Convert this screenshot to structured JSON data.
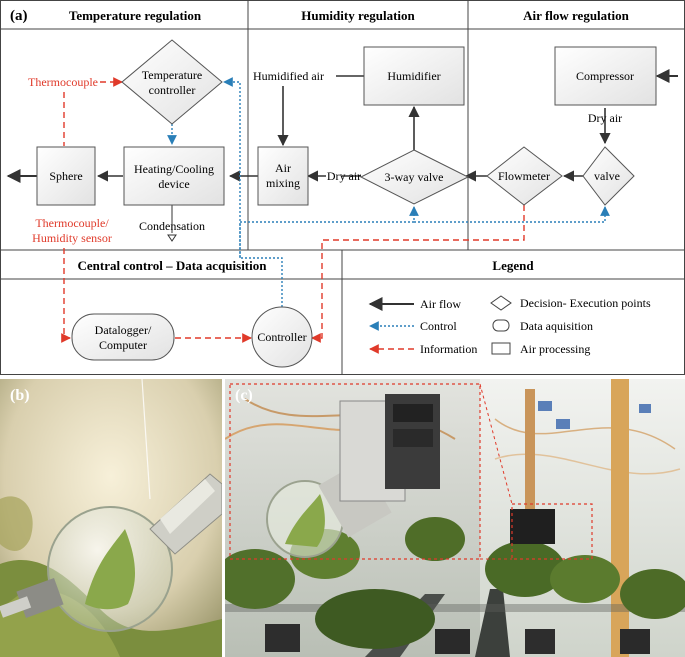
{
  "panel_a": {
    "label": "(a)",
    "sections": {
      "temperature": "Temperature regulation",
      "humidity": "Humidity regulation",
      "airflow": "Air flow regulation",
      "central": "Central control – Data acquisition",
      "legend": "Legend"
    },
    "nodes": {
      "temp_controller_line1": "Temperature",
      "temp_controller_line2": "controller",
      "heating_line1": "Heating/Cooling",
      "heating_line2": "device",
      "sphere": "Sphere",
      "air_mixing_line1": "Air",
      "air_mixing_line2": "mixing",
      "humidifier": "Humidifier",
      "three_way_valve": "3-way valve",
      "flowmeter": "Flowmeter",
      "valve": "valve",
      "compressor": "Compressor",
      "datalogger_line1": "Datalogger/",
      "datalogger_line2": "Computer",
      "controller": "Controller"
    },
    "labels": {
      "thermocouple": "Thermocouple",
      "thermo_humidity_line1": "Thermocouple/",
      "thermo_humidity_line2": "Humidity sensor",
      "condensation": "Condensation",
      "humidified_air": "Humidified air",
      "dry_air_mixing": "Dry air",
      "dry_air_compressor": "Dry air"
    },
    "legend_items": {
      "air_flow": "Air flow",
      "control": "Control",
      "information": "Information",
      "decision": "Decision- Execution points",
      "data_acquisition": "Data aquisition",
      "air_processing": "Air processing"
    },
    "colors": {
      "air_flow": "#333333",
      "control": "#2a7fb8",
      "information": "#e03a2a"
    }
  },
  "panel_b": {
    "label": "(b)"
  },
  "panel_c": {
    "label": "(c)"
  }
}
